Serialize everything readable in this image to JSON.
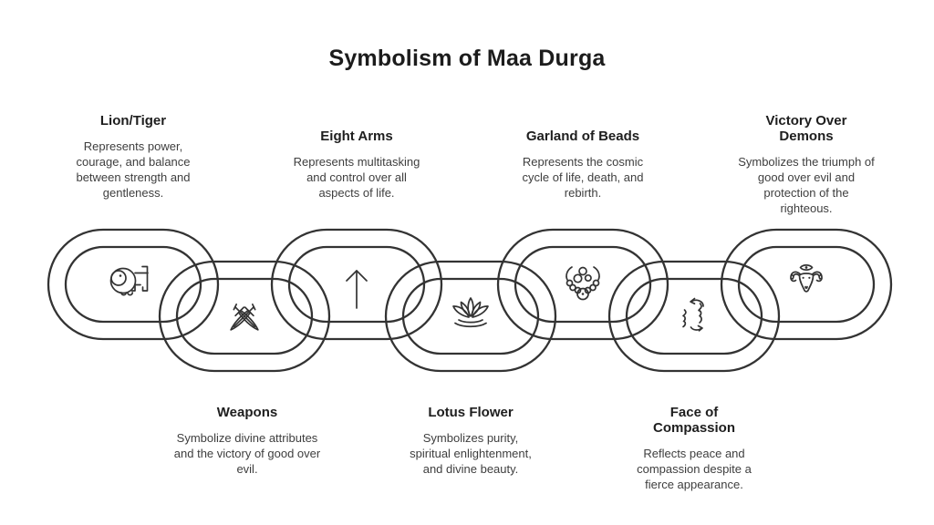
{
  "title": "Symbolism of Maa Durga",
  "colors": {
    "background": "#ffffff",
    "line": "#333333",
    "heading_text": "#1e1e1e",
    "body_text": "#3e3e3e"
  },
  "items": [
    {
      "name": "Lion/Tiger",
      "description": "Represents power, courage, and balance between strength and gentleness.",
      "icon": "lion-icon",
      "label_position": "top"
    },
    {
      "name": "Weapons",
      "description": "Symbolize divine attributes and the victory of good over evil.",
      "icon": "crossed-swords-icon",
      "label_position": "bottom"
    },
    {
      "name": "Eight Arms",
      "description": "Represents multitasking and control over all aspects of life.",
      "icon": "up-arrow-icon",
      "label_position": "top"
    },
    {
      "name": "Lotus Flower",
      "description": "Symbolizes purity, spiritual enlightenment, and divine beauty.",
      "icon": "lotus-icon",
      "label_position": "bottom"
    },
    {
      "name": "Garland of Beads",
      "description": "Represents the cosmic cycle of life, death, and rebirth.",
      "icon": "beads-icon",
      "label_position": "top"
    },
    {
      "name": "Face of Compassion",
      "description": "Reflects peace and compassion despite a fierce appearance.",
      "icon": "compassion-icon",
      "label_position": "bottom"
    },
    {
      "name": "Victory Over Demons",
      "description": "Symbolizes the triumph of good over evil and protection of the righteous.",
      "icon": "demon-face-icon",
      "label_position": "top"
    }
  ]
}
